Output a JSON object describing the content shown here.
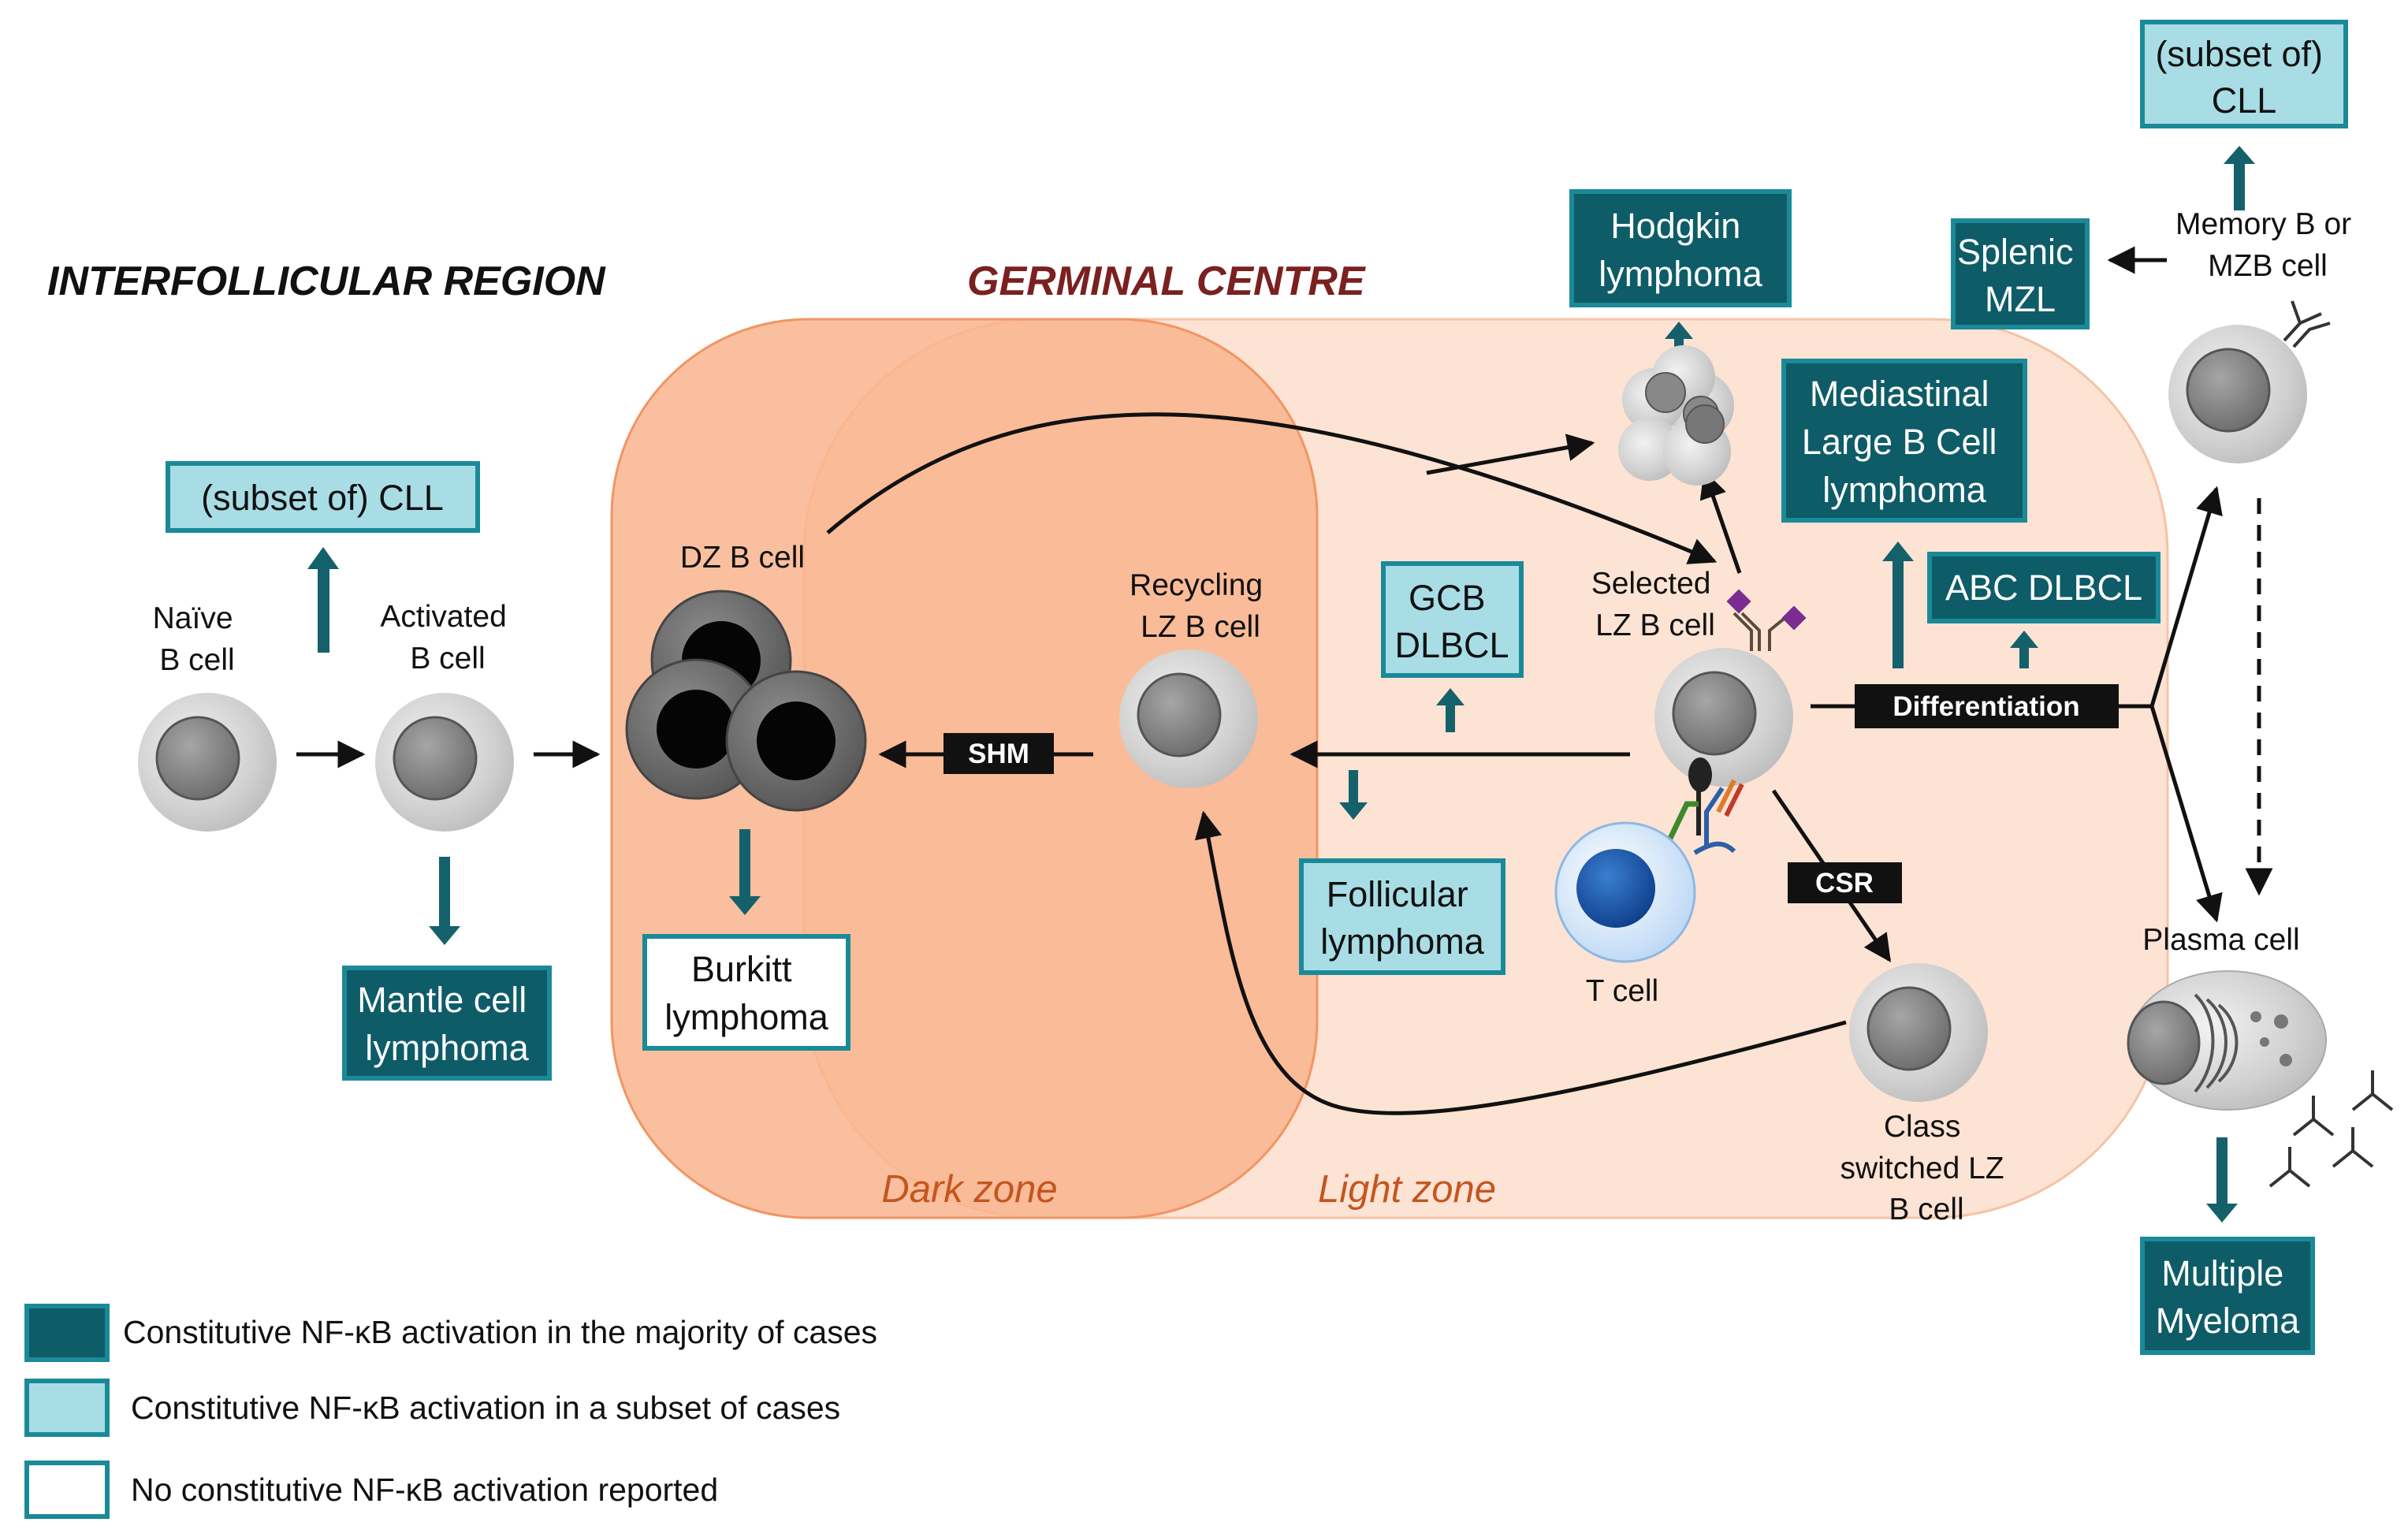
{
  "regions": {
    "interfollicular": "INTERFOLLICULAR REGION",
    "germinal_centre": "GERMINAL CENTRE",
    "dark_zone": "Dark zone",
    "light_zone": "Light zone"
  },
  "cells": {
    "naive": [
      "Naïve",
      "B cell"
    ],
    "activated": [
      "Activated",
      "B cell"
    ],
    "dz": [
      "DZ B cell"
    ],
    "recycling": [
      "Recycling",
      "LZ B cell"
    ],
    "selected": [
      "Selected",
      "LZ B cell"
    ],
    "t_cell": [
      "T cell"
    ],
    "class_switched": [
      "Class",
      "switched LZ",
      "B cell"
    ],
    "memory": [
      "Memory B or",
      "MZB cell"
    ],
    "plasma": [
      "Plasma cell"
    ]
  },
  "processes": {
    "shm": "SHM",
    "csr": "CSR",
    "differentiation": "Differentiation"
  },
  "lymphomas": {
    "cll_left": {
      "lines": [
        "(subset of) CLL"
      ],
      "category": "subset"
    },
    "mantle": {
      "lines": [
        "Mantle cell",
        "lymphoma"
      ],
      "category": "majority"
    },
    "burkitt": {
      "lines": [
        "Burkitt",
        "lymphoma"
      ],
      "category": "none"
    },
    "gcb": {
      "lines": [
        "GCB",
        "DLBCL"
      ],
      "category": "subset"
    },
    "follicular": {
      "lines": [
        "Follicular",
        "lymphoma"
      ],
      "category": "subset"
    },
    "hodgkin": {
      "lines": [
        "Hodgkin",
        "lymphoma"
      ],
      "category": "majority"
    },
    "mediastinal": {
      "lines": [
        "Mediastinal",
        "Large B Cell",
        "lymphoma"
      ],
      "category": "majority"
    },
    "abc": {
      "lines": [
        "ABC DLBCL"
      ],
      "category": "majority"
    },
    "splenic": {
      "lines": [
        "Splenic",
        "MZL"
      ],
      "category": "majority"
    },
    "cll_right": {
      "lines": [
        "(subset of)",
        "CLL"
      ],
      "category": "subset"
    },
    "myeloma": {
      "lines": [
        "Multiple",
        "Myeloma"
      ],
      "category": "majority"
    }
  },
  "legend": [
    {
      "category": "majority",
      "label": "Constitutive NF-κB activation in the majority of cases"
    },
    {
      "category": "subset",
      "label": "Constitutive NF-κB activation in a subset of cases"
    },
    {
      "category": "none",
      "label": "No constitutive NF-κB activation reported"
    }
  ],
  "colors": {
    "majority_fill": "#0e5c68",
    "subset_fill": "#a8dde6",
    "none_fill": "#ffffff",
    "box_border": "#1b8a98",
    "teal_arrow": "#14616b",
    "gc_fill": "#fde3d4",
    "dark_zone_fill": "#f9b48d",
    "gc_title": "#7b2020",
    "zone_text": "#c4561f"
  }
}
